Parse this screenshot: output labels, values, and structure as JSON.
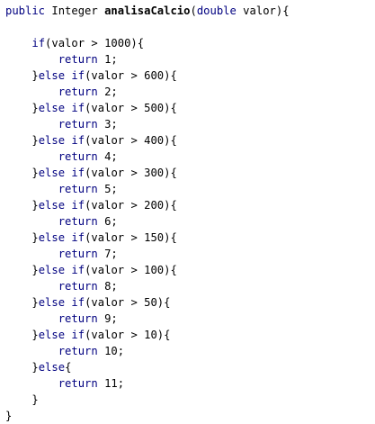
{
  "code": {
    "lines": [
      {
        "indent": "",
        "parts": [
          {
            "t": "public",
            "c": "kw"
          },
          {
            "t": " Integer ",
            "c": "plain"
          },
          {
            "t": "analisaCalcio",
            "c": "mth"
          },
          {
            "t": "(",
            "c": "plain"
          },
          {
            "t": "double",
            "c": "kw"
          },
          {
            "t": " valor){",
            "c": "plain"
          }
        ]
      },
      {
        "indent": "",
        "parts": []
      },
      {
        "indent": "    ",
        "parts": [
          {
            "t": "if",
            "c": "kw"
          },
          {
            "t": "(valor > 1000){",
            "c": "plain"
          }
        ]
      },
      {
        "indent": "        ",
        "parts": [
          {
            "t": "return",
            "c": "kw"
          },
          {
            "t": " 1;",
            "c": "plain"
          }
        ]
      },
      {
        "indent": "    ",
        "parts": [
          {
            "t": "}",
            "c": "plain"
          },
          {
            "t": "else",
            "c": "kw"
          },
          {
            "t": " ",
            "c": "plain"
          },
          {
            "t": "if",
            "c": "kw"
          },
          {
            "t": "(valor > 600){",
            "c": "plain"
          }
        ]
      },
      {
        "indent": "        ",
        "parts": [
          {
            "t": "return",
            "c": "kw"
          },
          {
            "t": " 2;",
            "c": "plain"
          }
        ]
      },
      {
        "indent": "    ",
        "parts": [
          {
            "t": "}",
            "c": "plain"
          },
          {
            "t": "else",
            "c": "kw"
          },
          {
            "t": " ",
            "c": "plain"
          },
          {
            "t": "if",
            "c": "kw"
          },
          {
            "t": "(valor > 500){",
            "c": "plain"
          }
        ]
      },
      {
        "indent": "        ",
        "parts": [
          {
            "t": "return",
            "c": "kw"
          },
          {
            "t": " 3;",
            "c": "plain"
          }
        ]
      },
      {
        "indent": "    ",
        "parts": [
          {
            "t": "}",
            "c": "plain"
          },
          {
            "t": "else",
            "c": "kw"
          },
          {
            "t": " ",
            "c": "plain"
          },
          {
            "t": "if",
            "c": "kw"
          },
          {
            "t": "(valor > 400){",
            "c": "plain"
          }
        ]
      },
      {
        "indent": "        ",
        "parts": [
          {
            "t": "return",
            "c": "kw"
          },
          {
            "t": " 4;",
            "c": "plain"
          }
        ]
      },
      {
        "indent": "    ",
        "parts": [
          {
            "t": "}",
            "c": "plain"
          },
          {
            "t": "else",
            "c": "kw"
          },
          {
            "t": " ",
            "c": "plain"
          },
          {
            "t": "if",
            "c": "kw"
          },
          {
            "t": "(valor > 300){",
            "c": "plain"
          }
        ]
      },
      {
        "indent": "        ",
        "parts": [
          {
            "t": "return",
            "c": "kw"
          },
          {
            "t": " 5;",
            "c": "plain"
          }
        ]
      },
      {
        "indent": "    ",
        "parts": [
          {
            "t": "}",
            "c": "plain"
          },
          {
            "t": "else",
            "c": "kw"
          },
          {
            "t": " ",
            "c": "plain"
          },
          {
            "t": "if",
            "c": "kw"
          },
          {
            "t": "(valor > 200){",
            "c": "plain"
          }
        ]
      },
      {
        "indent": "        ",
        "parts": [
          {
            "t": "return",
            "c": "kw"
          },
          {
            "t": " 6;",
            "c": "plain"
          }
        ]
      },
      {
        "indent": "    ",
        "parts": [
          {
            "t": "}",
            "c": "plain"
          },
          {
            "t": "else",
            "c": "kw"
          },
          {
            "t": " ",
            "c": "plain"
          },
          {
            "t": "if",
            "c": "kw"
          },
          {
            "t": "(valor > 150){",
            "c": "plain"
          }
        ]
      },
      {
        "indent": "        ",
        "parts": [
          {
            "t": "return",
            "c": "kw"
          },
          {
            "t": " 7;",
            "c": "plain"
          }
        ]
      },
      {
        "indent": "    ",
        "parts": [
          {
            "t": "}",
            "c": "plain"
          },
          {
            "t": "else",
            "c": "kw"
          },
          {
            "t": " ",
            "c": "plain"
          },
          {
            "t": "if",
            "c": "kw"
          },
          {
            "t": "(valor > 100){",
            "c": "plain"
          }
        ]
      },
      {
        "indent": "        ",
        "parts": [
          {
            "t": "return",
            "c": "kw"
          },
          {
            "t": " 8;",
            "c": "plain"
          }
        ]
      },
      {
        "indent": "    ",
        "parts": [
          {
            "t": "}",
            "c": "plain"
          },
          {
            "t": "else",
            "c": "kw"
          },
          {
            "t": " ",
            "c": "plain"
          },
          {
            "t": "if",
            "c": "kw"
          },
          {
            "t": "(valor > 50){",
            "c": "plain"
          }
        ]
      },
      {
        "indent": "        ",
        "parts": [
          {
            "t": "return",
            "c": "kw"
          },
          {
            "t": " 9;",
            "c": "plain"
          }
        ]
      },
      {
        "indent": "    ",
        "parts": [
          {
            "t": "}",
            "c": "plain"
          },
          {
            "t": "else",
            "c": "kw"
          },
          {
            "t": " ",
            "c": "plain"
          },
          {
            "t": "if",
            "c": "kw"
          },
          {
            "t": "(valor > 10){",
            "c": "plain"
          }
        ]
      },
      {
        "indent": "        ",
        "parts": [
          {
            "t": "return",
            "c": "kw"
          },
          {
            "t": " 10;",
            "c": "plain"
          }
        ]
      },
      {
        "indent": "    ",
        "parts": [
          {
            "t": "}",
            "c": "plain"
          },
          {
            "t": "else",
            "c": "kw"
          },
          {
            "t": "{",
            "c": "plain"
          }
        ]
      },
      {
        "indent": "        ",
        "parts": [
          {
            "t": "return",
            "c": "kw"
          },
          {
            "t": " 11;",
            "c": "plain"
          }
        ]
      },
      {
        "indent": "    ",
        "parts": [
          {
            "t": "}",
            "c": "plain"
          }
        ]
      },
      {
        "indent": "",
        "parts": [
          {
            "t": "}",
            "c": "plain"
          }
        ]
      }
    ]
  }
}
